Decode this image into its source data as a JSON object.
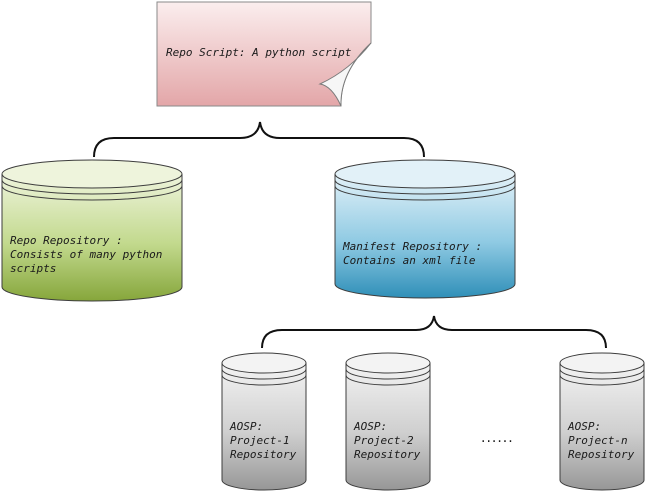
{
  "colors": {
    "script_fill": "#e6aeb0",
    "repo_fill": "#9ebf55",
    "manifest_fill": "#4aa8cc",
    "project_fill": "#a8a8a8",
    "outline": "#333333"
  },
  "repo_script": {
    "label": "Repo Script: A python script"
  },
  "repo_repository": {
    "line1": "Repo Repository :",
    "line2": "Consists of many python",
    "line3": "scripts"
  },
  "manifest_repository": {
    "line1": "Manifest Repository :",
    "line2": "Contains an xml file"
  },
  "projects": [
    {
      "line1": "AOSP:",
      "line2": "Project-1",
      "line3": "Repository"
    },
    {
      "line1": "AOSP:",
      "line2": "Project-2",
      "line3": "Repository"
    },
    {
      "line1": "AOSP:",
      "line2": "Project-n",
      "line3": "Repository"
    }
  ],
  "ellipsis": "......"
}
